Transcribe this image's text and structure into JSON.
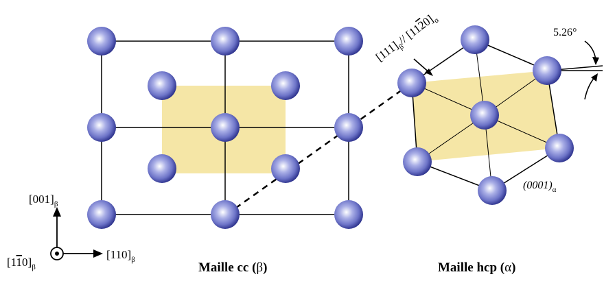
{
  "figure": {
    "left_cell_caption": {
      "main": "Maille cc (",
      "symbol": "β",
      "close": ")"
    },
    "right_cell_caption": {
      "main": "Maille hcp (",
      "symbol": "α",
      "close": ")"
    },
    "angle_label": "5.26°",
    "plane_label": {
      "text": "(0001)",
      "sub": "α"
    },
    "parallel_relation": {
      "a": "[111]",
      "a_sub": "β",
      "sep": "// ",
      "b_pre": "[11",
      "b_bar": "2",
      "b_post": "0]",
      "b_sub": "α"
    },
    "axes": {
      "vertical": {
        "text": "[001]",
        "sub": "β"
      },
      "horizontal": {
        "text": "[110]",
        "sub": "β"
      },
      "normal": {
        "pre": "[1",
        "bar": "1",
        "post": "0]",
        "sub": "β"
      }
    }
  },
  "colors": {
    "atom_dark": "#262b86",
    "atom_mid": "#6d74c8",
    "atom_light": "#ffffff",
    "plane_fill": "#f5e6a6",
    "line": "#000000"
  }
}
